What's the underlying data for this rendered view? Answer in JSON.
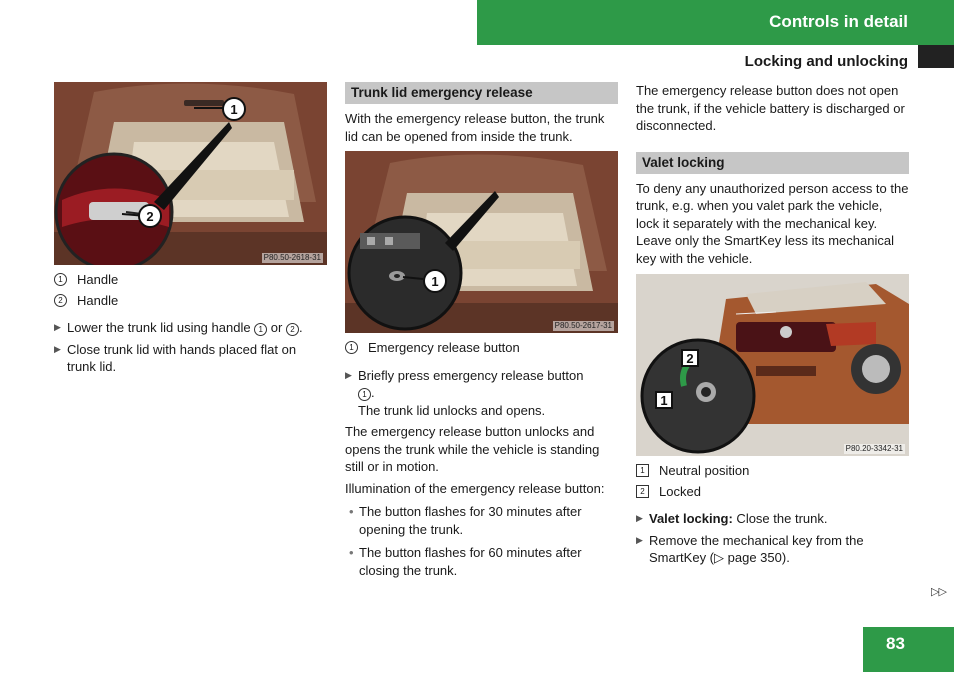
{
  "header": {
    "title": "Controls in detail",
    "section": "Locking and unlocking"
  },
  "page_number": "83",
  "continue_mark": "▷▷",
  "col1": {
    "figure_code": "P80.50-2618-31",
    "legend": [
      {
        "num": "1",
        "text": "Handle"
      },
      {
        "num": "2",
        "text": "Handle"
      }
    ],
    "step1": {
      "pre": "Lower the trunk lid using handle ",
      "n1": "1",
      "mid": " or ",
      "n2": "2",
      "post": "."
    },
    "step2": "Close trunk lid with hands placed flat on trunk lid."
  },
  "col2": {
    "heading": "Trunk lid emergency release",
    "intro": "With the emergency release button, the trunk lid can be opened from inside the trunk.",
    "figure_code": "P80.50-2617-31",
    "legend": [
      {
        "num": "1",
        "text": "Emergency release button"
      }
    ],
    "step1": {
      "pre": "Briefly press emergency release button",
      "n1": "1",
      "post": "."
    },
    "step1_result": "The trunk lid unlocks and opens.",
    "para1": "The emergency release button unlocks and opens the trunk while the vehicle is standing still or in motion.",
    "para2": "Illumination of the emergency release button:",
    "bullets": [
      "The button flashes for 30 minutes after opening the trunk.",
      "The button flashes for 60 minutes after closing the trunk."
    ]
  },
  "col3": {
    "intro": "The emergency release button does not open the trunk, if the vehicle battery is discharged or disconnected.",
    "heading": "Valet locking",
    "para": "To deny any unauthorized person access to the trunk, e.g. when you valet park the vehicle, lock it separately with the mechanical key. Leave only the SmartKey less its mechanical key with the vehicle.",
    "figure_code": "P80.20-3342-31",
    "legend": [
      {
        "num": "1",
        "text": "Neutral position"
      },
      {
        "num": "2",
        "text": "Locked"
      }
    ],
    "step1_bold": "Valet locking:",
    "step1_rest": " Close the trunk.",
    "step2": {
      "pre": "Remove the mechanical key from the SmartKey (",
      "ref": "▷ page 350",
      "post": ")."
    }
  },
  "colors": {
    "accent": "#2e9a48",
    "subheading_bg": "#c6c6c6"
  },
  "icons": {
    "step": "triangle-right-icon",
    "bullet": "dot-icon"
  }
}
